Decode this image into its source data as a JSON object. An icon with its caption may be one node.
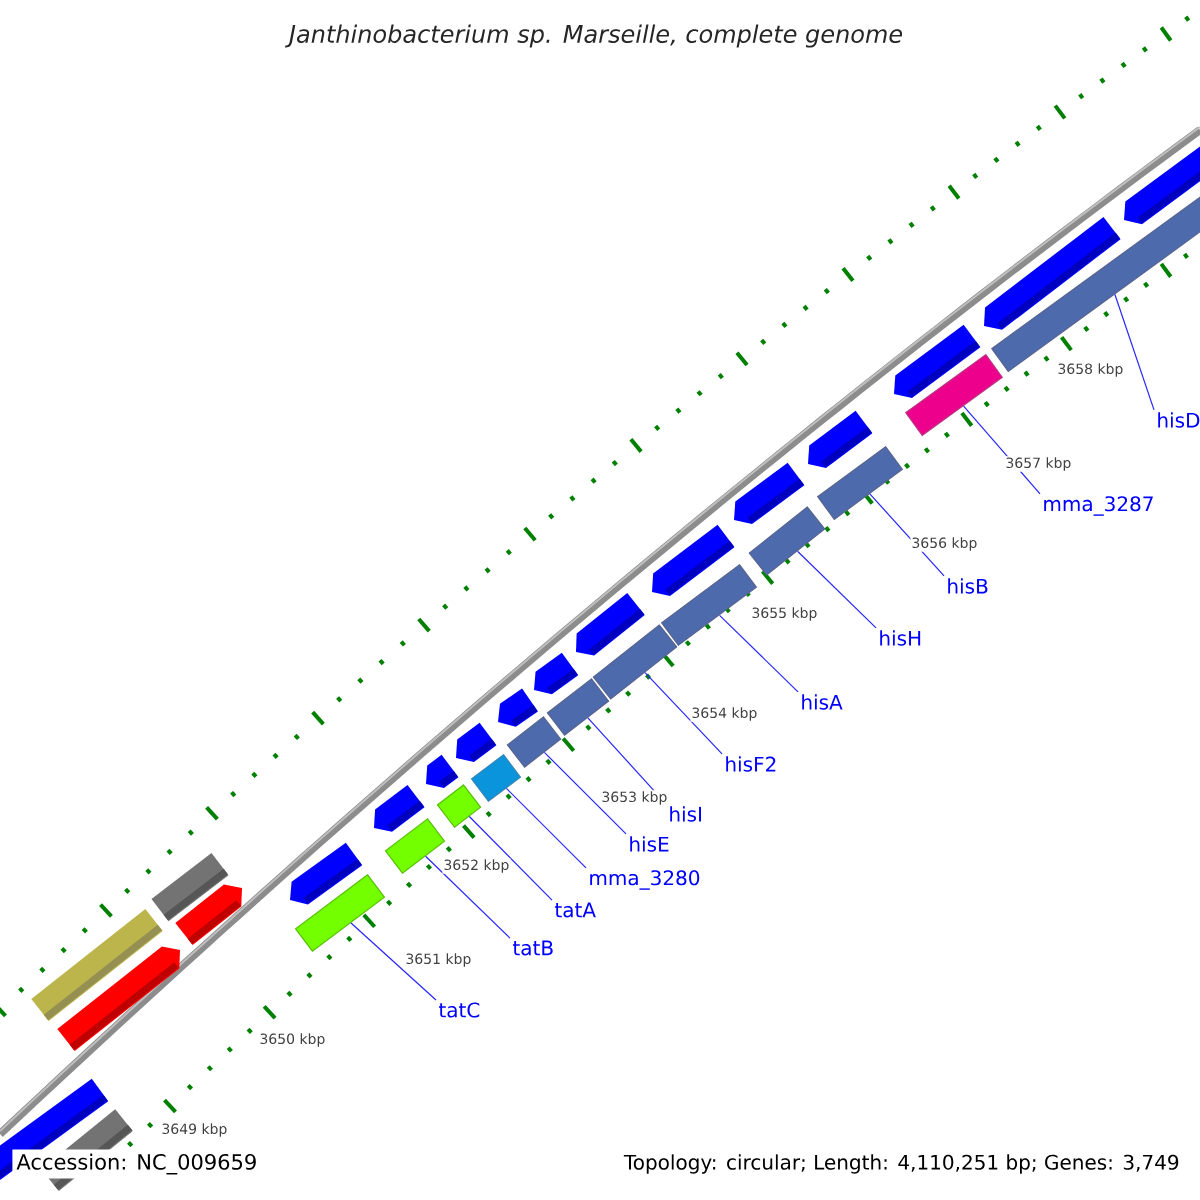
{
  "diagram": {
    "title": "Janthinobacterium sp. Marseille, complete genome",
    "nodes": [
      {
        "text": [
          "tatC"
        ]
      },
      {
        "text": [
          "tatB"
        ]
      },
      {
        "text": [
          "tatA"
        ]
      },
      {
        "text": [
          "mma_3280"
        ]
      },
      {
        "text": [
          "hisE"
        ]
      },
      {
        "text": [
          "hisI"
        ]
      },
      {
        "text": [
          "hisF2"
        ]
      },
      {
        "text": [
          "hisA"
        ]
      },
      {
        "text": [
          "hisH"
        ]
      },
      {
        "text": [
          "hisB"
        ]
      },
      {
        "text": [
          "mma_3287"
        ]
      },
      {
        "text": [
          "hisD"
        ]
      },
      {
        "text": [],
        "shape": "bar"
      },
      {
        "text": [],
        "shape": "bar"
      },
      {
        "text": [],
        "shape": "bar"
      },
      {
        "text": [],
        "shape": "bar"
      },
      {
        "text": [],
        "shape": "bar"
      },
      {
        "text": [],
        "shape": "bar"
      },
      {
        "text": [],
        "shape": "bar"
      },
      {
        "text": [],
        "shape": "bar"
      },
      {
        "text": [],
        "shape": "bar"
      },
      {
        "text": [],
        "shape": "bar"
      },
      {
        "text": [],
        "shape": "bar"
      },
      {
        "text": [],
        "shape": "bar"
      }
    ],
    "edges": [
      {
        "from": 0,
        "to": 12,
        "arrow": "none"
      },
      {
        "from": 1,
        "to": 13,
        "arrow": "none"
      },
      {
        "from": 2,
        "to": 14,
        "arrow": "none"
      },
      {
        "from": 3,
        "to": 15,
        "arrow": "none"
      },
      {
        "from": 4,
        "to": 16,
        "arrow": "none"
      },
      {
        "from": 5,
        "to": 17,
        "arrow": "none"
      },
      {
        "from": 6,
        "to": 18,
        "arrow": "none"
      },
      {
        "from": 7,
        "to": 19,
        "arrow": "none"
      },
      {
        "from": 8,
        "to": 20,
        "arrow": "none"
      },
      {
        "from": 9,
        "to": 21,
        "arrow": "none"
      },
      {
        "from": 10,
        "to": 22,
        "arrow": "none"
      },
      {
        "from": 11,
        "to": 23,
        "arrow": "none"
      }
    ],
    "labels": [
      "3649 kbp",
      "3650 kbp",
      "3651 kbp",
      "3652 kbp",
      "3653 kbp",
      "3654 kbp",
      "3655 kbp",
      "3656 kbp",
      "3657 kbp",
      "3658 kbp",
      "Accession: NC_009659",
      "Topology: circular; Length: 4,110,251 bp; Genes: 3,749"
    ]
  }
}
